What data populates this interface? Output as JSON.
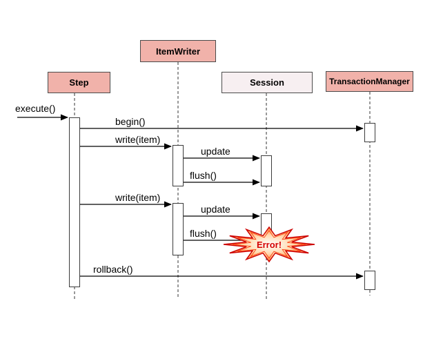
{
  "diagram": {
    "type": "uml-sequence",
    "participants": [
      {
        "id": "step",
        "label": "Step"
      },
      {
        "id": "itemwriter",
        "label": "ItemWriter"
      },
      {
        "id": "session",
        "label": "Session"
      },
      {
        "id": "transactionmanager",
        "label": "TransactionManager"
      }
    ],
    "messages": [
      {
        "label": "execute()",
        "from": "caller",
        "to": "Step"
      },
      {
        "label": "begin()",
        "from": "Step",
        "to": "TransactionManager"
      },
      {
        "label": "write(item)",
        "from": "Step",
        "to": "ItemWriter"
      },
      {
        "label": "update",
        "from": "ItemWriter",
        "to": "Session"
      },
      {
        "label": "flush()",
        "from": "ItemWriter",
        "to": "Session"
      },
      {
        "label": "write(item)",
        "from": "Step",
        "to": "ItemWriter"
      },
      {
        "label": "update",
        "from": "ItemWriter",
        "to": "Session"
      },
      {
        "label": "flush()",
        "from": "ItemWriter",
        "to": "Session"
      },
      {
        "label": "rollback()",
        "from": "Step",
        "to": "TransactionManager"
      }
    ],
    "error": {
      "label": "Error!",
      "attached_to": "flush() on Session"
    },
    "colors": {
      "participant_fill": "#f1b2aa",
      "session_fill": "#f7eff1",
      "activation_fill": "#ffffff",
      "error_red": "#d40000",
      "burst_orange": "#ff5a00"
    }
  }
}
